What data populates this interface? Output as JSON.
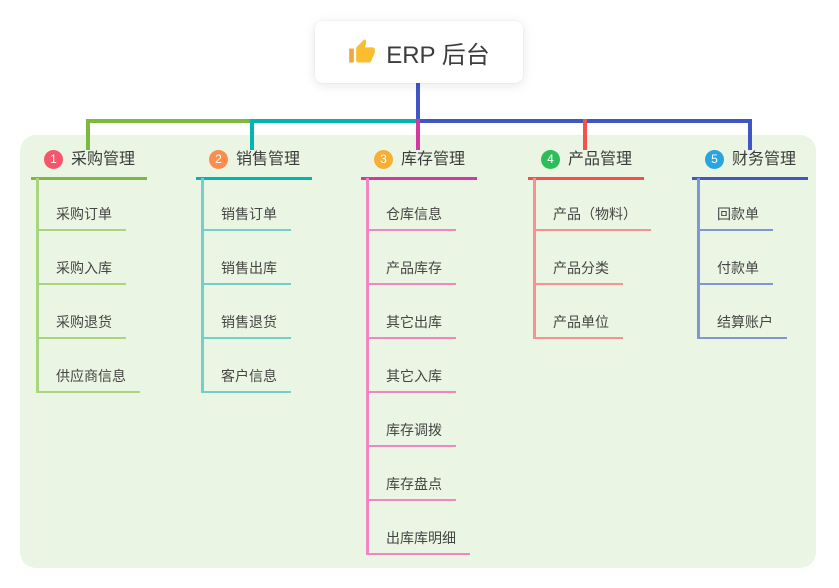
{
  "root": {
    "title": "ERP 后台",
    "icon": "thumbs-up-icon",
    "connector_color": "#4156c5"
  },
  "panel": {
    "background": "#eaf6e3"
  },
  "branches": [
    {
      "badge": "1",
      "label": "采购管理",
      "color": "#7cb93f",
      "light_color": "#a8d57d",
      "badge_color": "#f4566c",
      "children": [
        "采购订单",
        "采购入库",
        "采购退货",
        "供应商信息"
      ]
    },
    {
      "badge": "2",
      "label": "销售管理",
      "color": "#02b5ae",
      "light_color": "#72cfc9",
      "badge_color": "#fc8d4f",
      "children": [
        "销售订单",
        "销售出库",
        "销售退货",
        "客户信息"
      ]
    },
    {
      "badge": "3",
      "label": "库存管理",
      "color": "#d4399f",
      "light_color": "#ef87c4",
      "badge_color": "#f8ae33",
      "children": [
        "仓库信息",
        "产品库存",
        "其它出库",
        "其它入库",
        "库存调拨",
        "库存盘点",
        "出库库明细"
      ]
    },
    {
      "badge": "4",
      "label": "产品管理",
      "color": "#f2514f",
      "light_color": "#f79290",
      "badge_color": "#2dbe59",
      "children": [
        "产品（物料）",
        "产品分类",
        "产品单位"
      ]
    },
    {
      "badge": "5",
      "label": "财务管理",
      "color": "#4156c5",
      "light_color": "#8094d8",
      "badge_color": "#29a4dc",
      "children": [
        "回款单",
        "付款单",
        "结算账户"
      ]
    }
  ]
}
